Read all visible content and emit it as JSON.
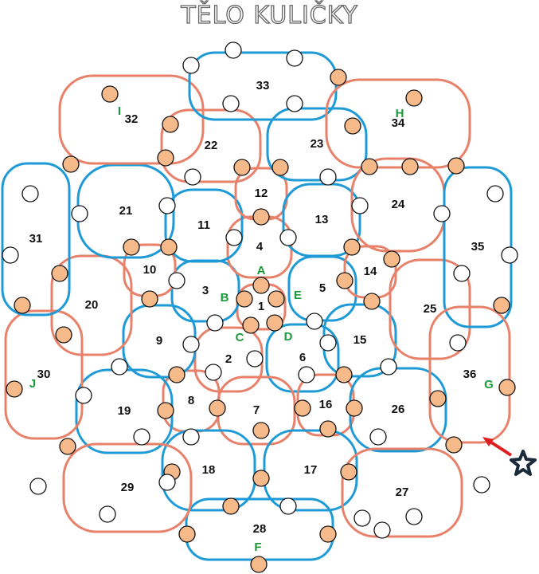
{
  "title": "TĚLO KULIČKY",
  "colors": {
    "blue_loop": "#1e9ad6",
    "orange_loop": "#e8816a",
    "bead_fill": "#f5b98a",
    "letter": "#1a9a3a",
    "arrow": "#e02020"
  },
  "cells": [
    "1",
    "2",
    "3",
    "4",
    "5",
    "6",
    "7",
    "8",
    "9",
    "10",
    "11",
    "12",
    "13",
    "14",
    "15",
    "16",
    "17",
    "18",
    "19",
    "20",
    "21",
    "22",
    "23",
    "24",
    "25",
    "26",
    "27",
    "28",
    "29",
    "30",
    "31",
    "32",
    "33",
    "34",
    "35",
    "36"
  ],
  "markers": [
    "A",
    "B",
    "C",
    "D",
    "E",
    "F",
    "G",
    "H",
    "I",
    "J"
  ],
  "start_icon": "star-icon"
}
